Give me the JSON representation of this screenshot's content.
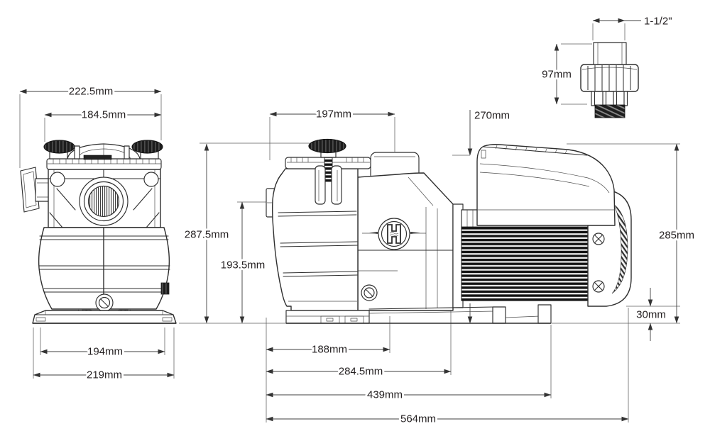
{
  "drawing": {
    "type": "pump-dimensional-drawing",
    "views": [
      "front-view",
      "side-view",
      "union-fitting-detail"
    ]
  },
  "dims": {
    "front": {
      "overall_width": "222.5mm",
      "lid_width": "184.5mm",
      "base_inner_width": "194mm",
      "base_overall_width": "219mm"
    },
    "side": {
      "strainer_width": "197mm",
      "cover_height": "270mm",
      "overall_height": "287.5mm",
      "inlet_center_height": "193.5mm",
      "motor_height": "285mm",
      "rear_clearance": "30mm",
      "front_foot_length": "188mm",
      "mid_foot_length": "284.5mm",
      "base_length": "439mm",
      "overall_length": "564mm"
    },
    "fitting": {
      "pipe_size": "1-1/2\"",
      "height": "97mm"
    }
  }
}
